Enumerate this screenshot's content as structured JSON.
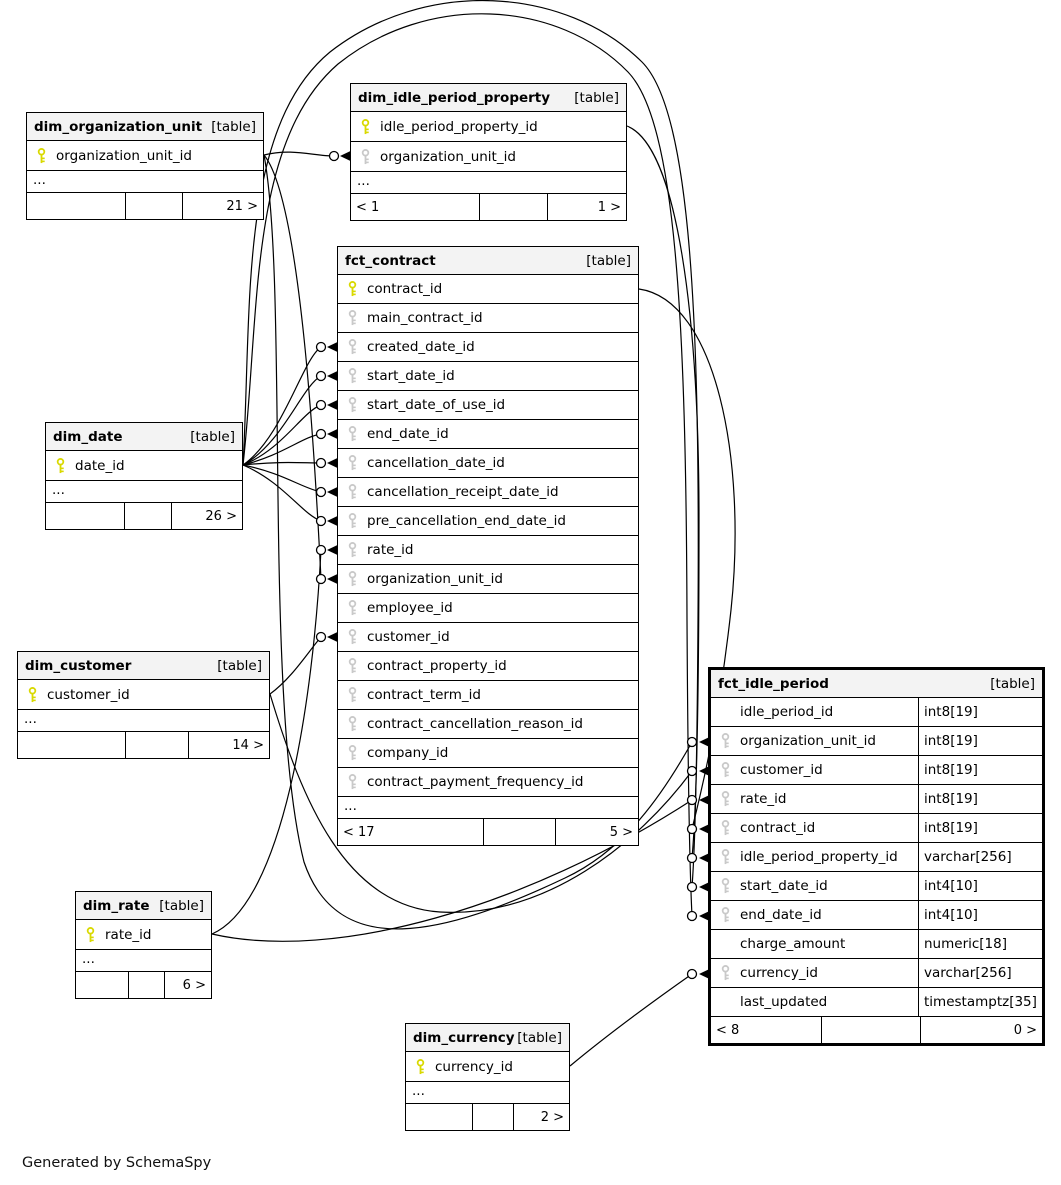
{
  "footer_note": "Generated by SchemaSpy",
  "colors": {
    "pk_key": "#d9d900",
    "fk_key": "#c9c9c9",
    "header_bg": "#f3f3f3",
    "border": "#000000"
  },
  "tables": {
    "dim_organization_unit": {
      "title": "dim_organization_unit",
      "type_label": "[table]",
      "ellipsis": "...",
      "columns": [
        {
          "name": "organization_unit_id",
          "key": "pk"
        }
      ],
      "footer": {
        "left": "",
        "center": "",
        "right": "21 >"
      }
    },
    "dim_idle_period_property": {
      "title": "dim_idle_period_property",
      "type_label": "[table]",
      "ellipsis": "...",
      "columns": [
        {
          "name": "idle_period_property_id",
          "key": "pk"
        },
        {
          "name": "organization_unit_id",
          "key": "fk"
        }
      ],
      "footer": {
        "left": "< 1",
        "center": "",
        "right": "1 >"
      }
    },
    "fct_contract": {
      "title": "fct_contract",
      "type_label": "[table]",
      "ellipsis": "...",
      "columns": [
        {
          "name": "contract_id",
          "key": "pk"
        },
        {
          "name": "main_contract_id",
          "key": "fk"
        },
        {
          "name": "created_date_id",
          "key": "fk"
        },
        {
          "name": "start_date_id",
          "key": "fk"
        },
        {
          "name": "start_date_of_use_id",
          "key": "fk"
        },
        {
          "name": "end_date_id",
          "key": "fk"
        },
        {
          "name": "cancellation_date_id",
          "key": "fk"
        },
        {
          "name": "cancellation_receipt_date_id",
          "key": "fk"
        },
        {
          "name": "pre_cancellation_end_date_id",
          "key": "fk"
        },
        {
          "name": "rate_id",
          "key": "fk"
        },
        {
          "name": "organization_unit_id",
          "key": "fk"
        },
        {
          "name": "employee_id",
          "key": "fk"
        },
        {
          "name": "customer_id",
          "key": "fk"
        },
        {
          "name": "contract_property_id",
          "key": "fk"
        },
        {
          "name": "contract_term_id",
          "key": "fk"
        },
        {
          "name": "contract_cancellation_reason_id",
          "key": "fk"
        },
        {
          "name": "company_id",
          "key": "fk"
        },
        {
          "name": "contract_payment_frequency_id",
          "key": "fk"
        }
      ],
      "footer": {
        "left": "< 17",
        "center": "",
        "right": "5 >"
      }
    },
    "dim_date": {
      "title": "dim_date",
      "type_label": "[table]",
      "ellipsis": "...",
      "columns": [
        {
          "name": "date_id",
          "key": "pk"
        }
      ],
      "footer": {
        "left": "",
        "center": "",
        "right": "26 >"
      }
    },
    "dim_customer": {
      "title": "dim_customer",
      "type_label": "[table]",
      "ellipsis": "...",
      "columns": [
        {
          "name": "customer_id",
          "key": "pk"
        }
      ],
      "footer": {
        "left": "",
        "center": "",
        "right": "14 >"
      }
    },
    "fct_idle_period": {
      "title": "fct_idle_period",
      "type_label": "[table]",
      "ellipsis": "",
      "columns": [
        {
          "name": "idle_period_id",
          "key": "none",
          "type": "int8[19]"
        },
        {
          "name": "organization_unit_id",
          "key": "fk",
          "type": "int8[19]"
        },
        {
          "name": "customer_id",
          "key": "fk",
          "type": "int8[19]"
        },
        {
          "name": "rate_id",
          "key": "fk",
          "type": "int8[19]"
        },
        {
          "name": "contract_id",
          "key": "fk",
          "type": "int8[19]"
        },
        {
          "name": "idle_period_property_id",
          "key": "fk",
          "type": "varchar[256]"
        },
        {
          "name": "start_date_id",
          "key": "fk",
          "type": "int4[10]"
        },
        {
          "name": "end_date_id",
          "key": "fk",
          "type": "int4[10]"
        },
        {
          "name": "charge_amount",
          "key": "none",
          "type": "numeric[18]"
        },
        {
          "name": "currency_id",
          "key": "fk",
          "type": "varchar[256]"
        },
        {
          "name": "last_updated",
          "key": "none",
          "type": "timestamptz[35]"
        }
      ],
      "footer": {
        "left": "< 8",
        "center": "",
        "right": "0 >"
      }
    },
    "dim_rate": {
      "title": "dim_rate",
      "type_label": "[table]",
      "ellipsis": "...",
      "columns": [
        {
          "name": "rate_id",
          "key": "pk"
        }
      ],
      "footer": {
        "left": "",
        "center": "",
        "right": "6 >"
      }
    },
    "dim_currency": {
      "title": "dim_currency",
      "type_label": "[table]",
      "ellipsis": "...",
      "columns": [
        {
          "name": "currency_id",
          "key": "pk"
        }
      ],
      "footer": {
        "left": "",
        "center": "",
        "right": "2 >"
      }
    }
  },
  "relationships": [
    {
      "from": "dim_organization_unit.organization_unit_id",
      "to": "dim_idle_period_property.organization_unit_id"
    },
    {
      "from": "dim_date.date_id",
      "to": "fct_contract.created_date_id"
    },
    {
      "from": "dim_date.date_id",
      "to": "fct_contract.start_date_id"
    },
    {
      "from": "dim_date.date_id",
      "to": "fct_contract.start_date_of_use_id"
    },
    {
      "from": "dim_date.date_id",
      "to": "fct_contract.end_date_id"
    },
    {
      "from": "dim_date.date_id",
      "to": "fct_contract.cancellation_date_id"
    },
    {
      "from": "dim_date.date_id",
      "to": "fct_contract.cancellation_receipt_date_id"
    },
    {
      "from": "dim_date.date_id",
      "to": "fct_contract.pre_cancellation_end_date_id"
    },
    {
      "from": "dim_rate.rate_id",
      "to": "fct_contract.rate_id"
    },
    {
      "from": "dim_organization_unit.organization_unit_id",
      "to": "fct_contract.organization_unit_id"
    },
    {
      "from": "dim_customer.customer_id",
      "to": "fct_contract.customer_id"
    },
    {
      "from": "dim_organization_unit.organization_unit_id",
      "to": "fct_idle_period.organization_unit_id"
    },
    {
      "from": "dim_customer.customer_id",
      "to": "fct_idle_period.customer_id"
    },
    {
      "from": "dim_rate.rate_id",
      "to": "fct_idle_period.rate_id"
    },
    {
      "from": "fct_contract.contract_id",
      "to": "fct_idle_period.contract_id"
    },
    {
      "from": "dim_idle_period_property.idle_period_property_id",
      "to": "fct_idle_period.idle_period_property_id"
    },
    {
      "from": "dim_date.date_id",
      "to": "fct_idle_period.start_date_id"
    },
    {
      "from": "dim_date.date_id",
      "to": "fct_idle_period.end_date_id"
    },
    {
      "from": "dim_currency.currency_id",
      "to": "fct_idle_period.currency_id"
    }
  ]
}
